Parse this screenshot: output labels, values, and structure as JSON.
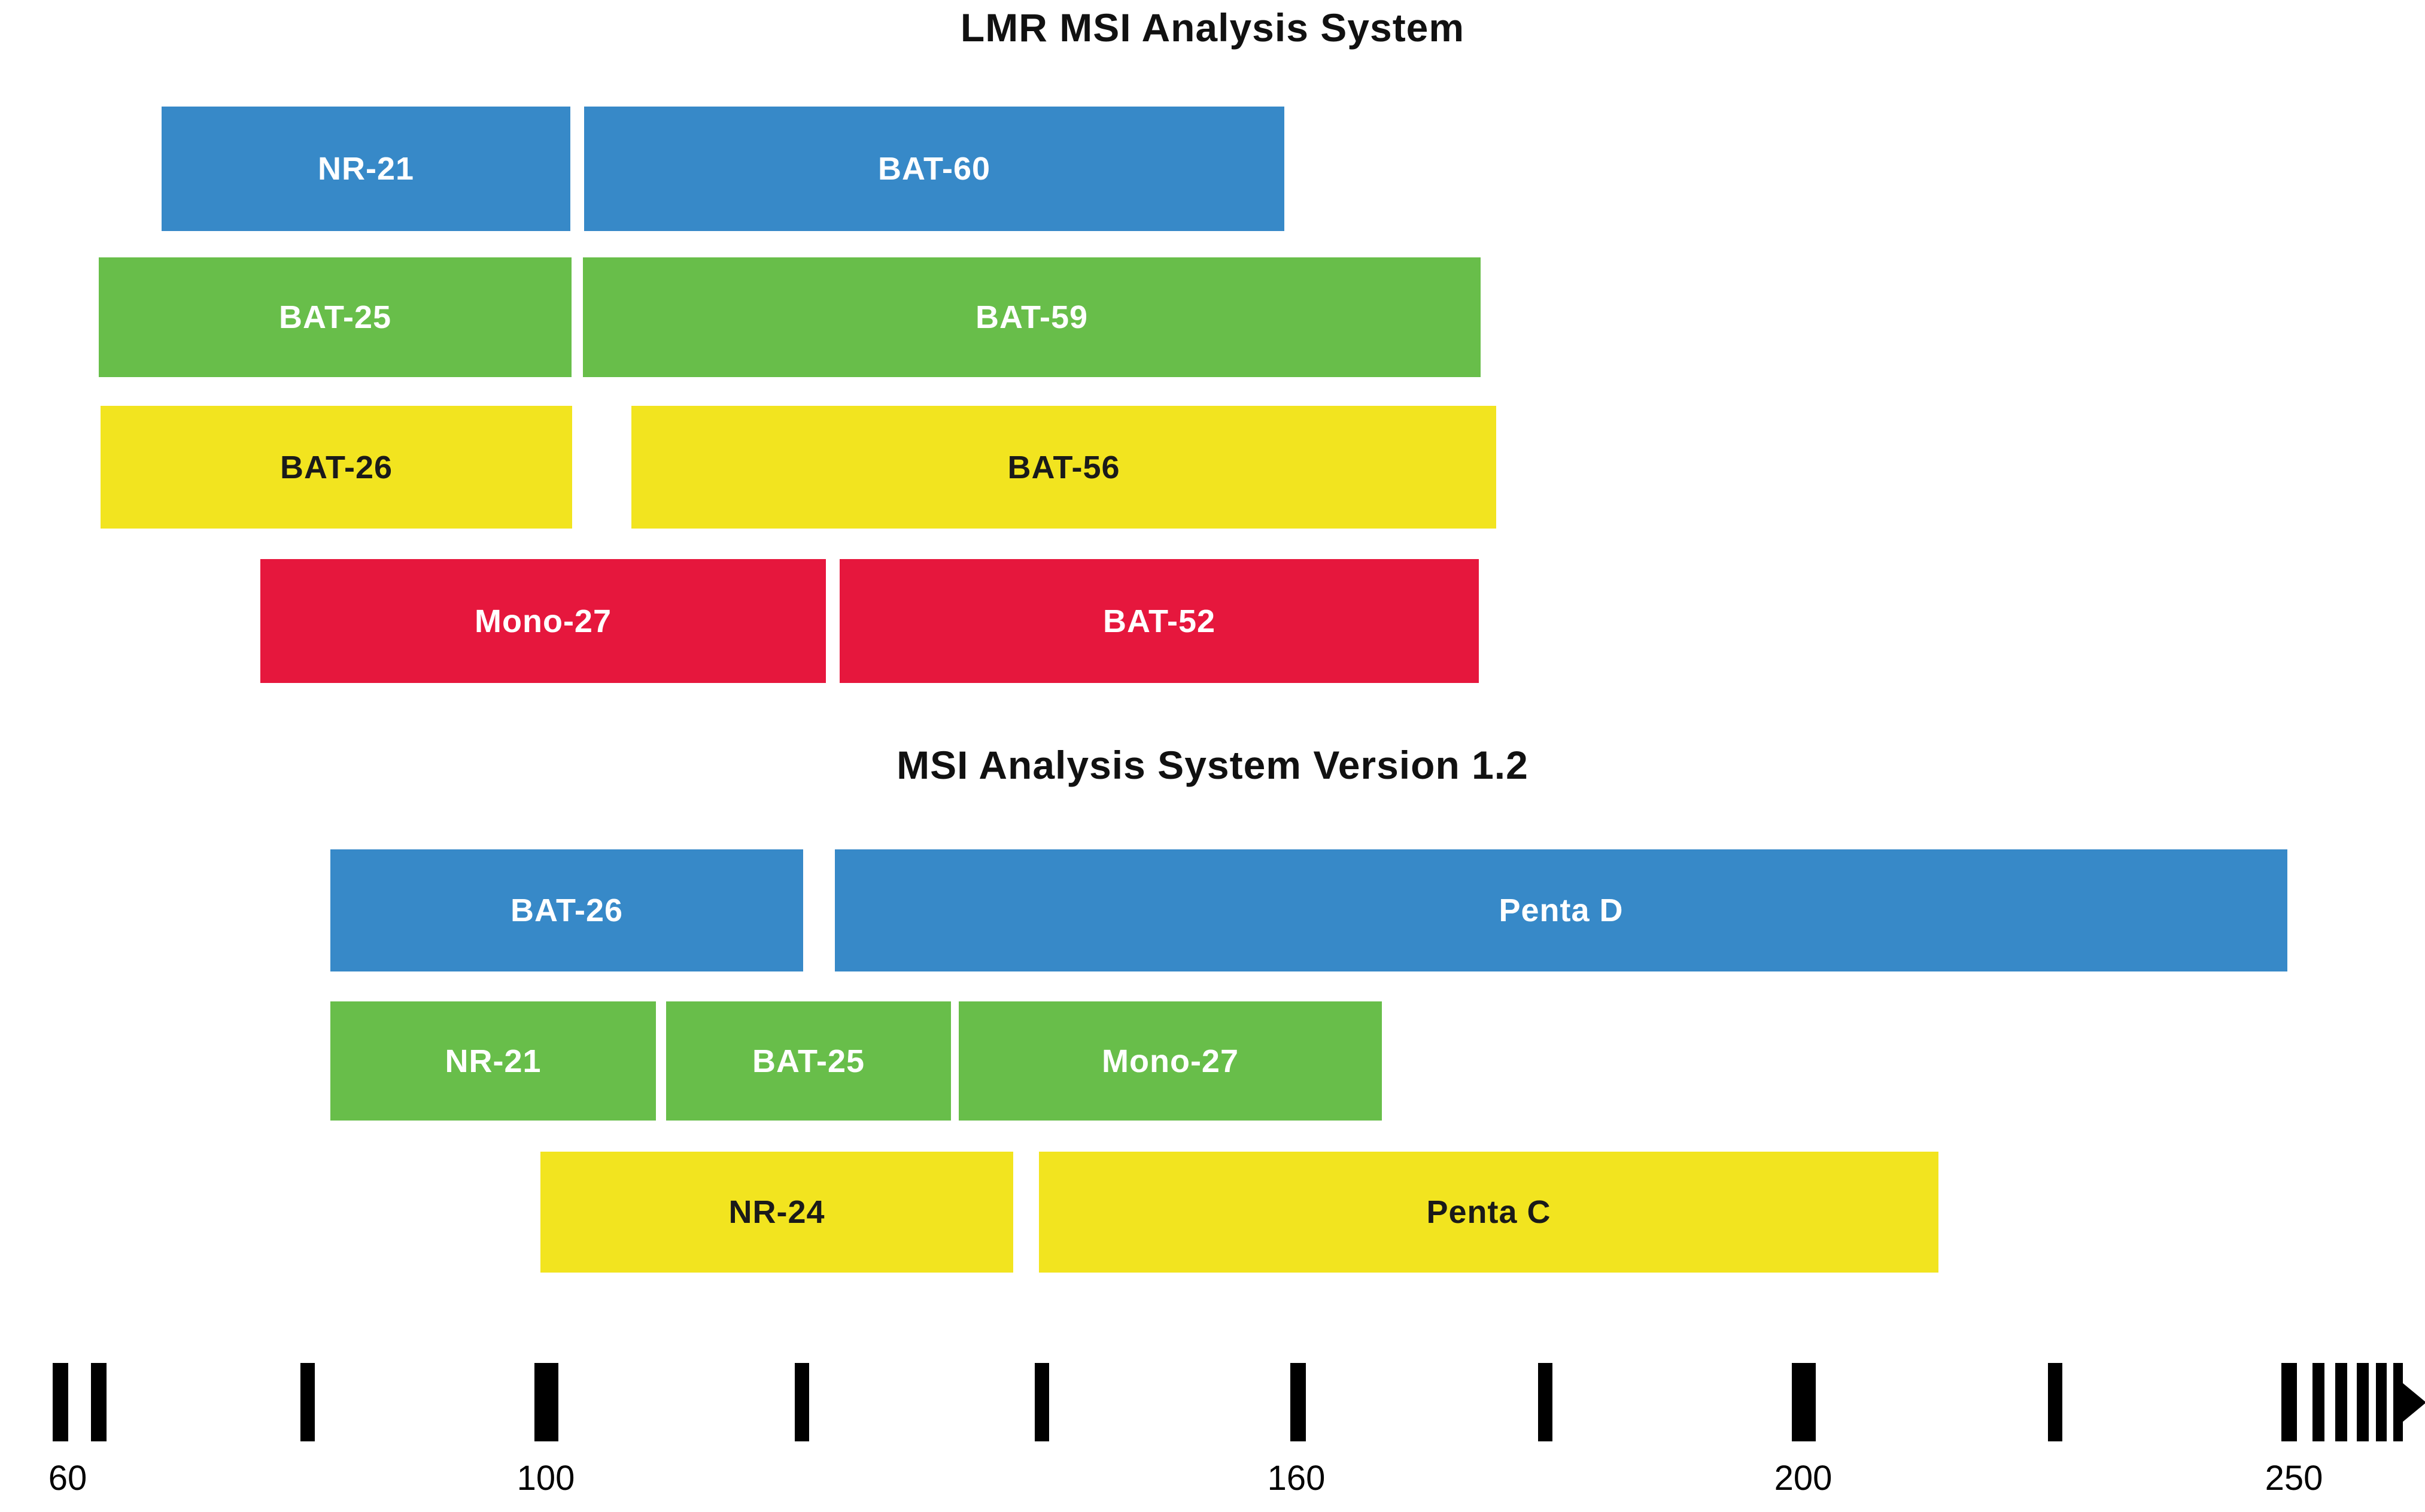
{
  "figure": {
    "description_colors": {
      "blue": "#3789C8",
      "green": "#68BE4A",
      "yellow": "#F2E41F",
      "red": "#E6173D",
      "tick": "#000000",
      "background": "#FFFFFF"
    }
  },
  "sections": [
    {
      "title": "LMR MSI Analysis System",
      "rows": [
        {
          "color": "blue",
          "bars": [
            {
              "label": "NR-21"
            },
            {
              "label": "BAT-60"
            }
          ]
        },
        {
          "color": "green",
          "bars": [
            {
              "label": "BAT-25"
            },
            {
              "label": "BAT-59"
            }
          ]
        },
        {
          "color": "yellow",
          "bars": [
            {
              "label": "BAT-26"
            },
            {
              "label": "BAT-56"
            }
          ]
        },
        {
          "color": "red",
          "bars": [
            {
              "label": "Mono-27"
            },
            {
              "label": "BAT-52"
            }
          ]
        }
      ]
    },
    {
      "title": "MSI Analysis System Version 1.2",
      "rows": [
        {
          "color": "blue",
          "bars": [
            {
              "label": "BAT-26"
            },
            {
              "label": "Penta D"
            }
          ]
        },
        {
          "color": "green",
          "bars": [
            {
              "label": "NR-21"
            },
            {
              "label": "BAT-25"
            },
            {
              "label": "Mono-27"
            }
          ]
        },
        {
          "color": "yellow",
          "bars": [
            {
              "label": "NR-24"
            },
            {
              "label": "Penta C"
            }
          ]
        }
      ]
    }
  ],
  "axis": {
    "tick_labels": [
      "60",
      "100",
      "160",
      "200",
      "250"
    ]
  }
}
